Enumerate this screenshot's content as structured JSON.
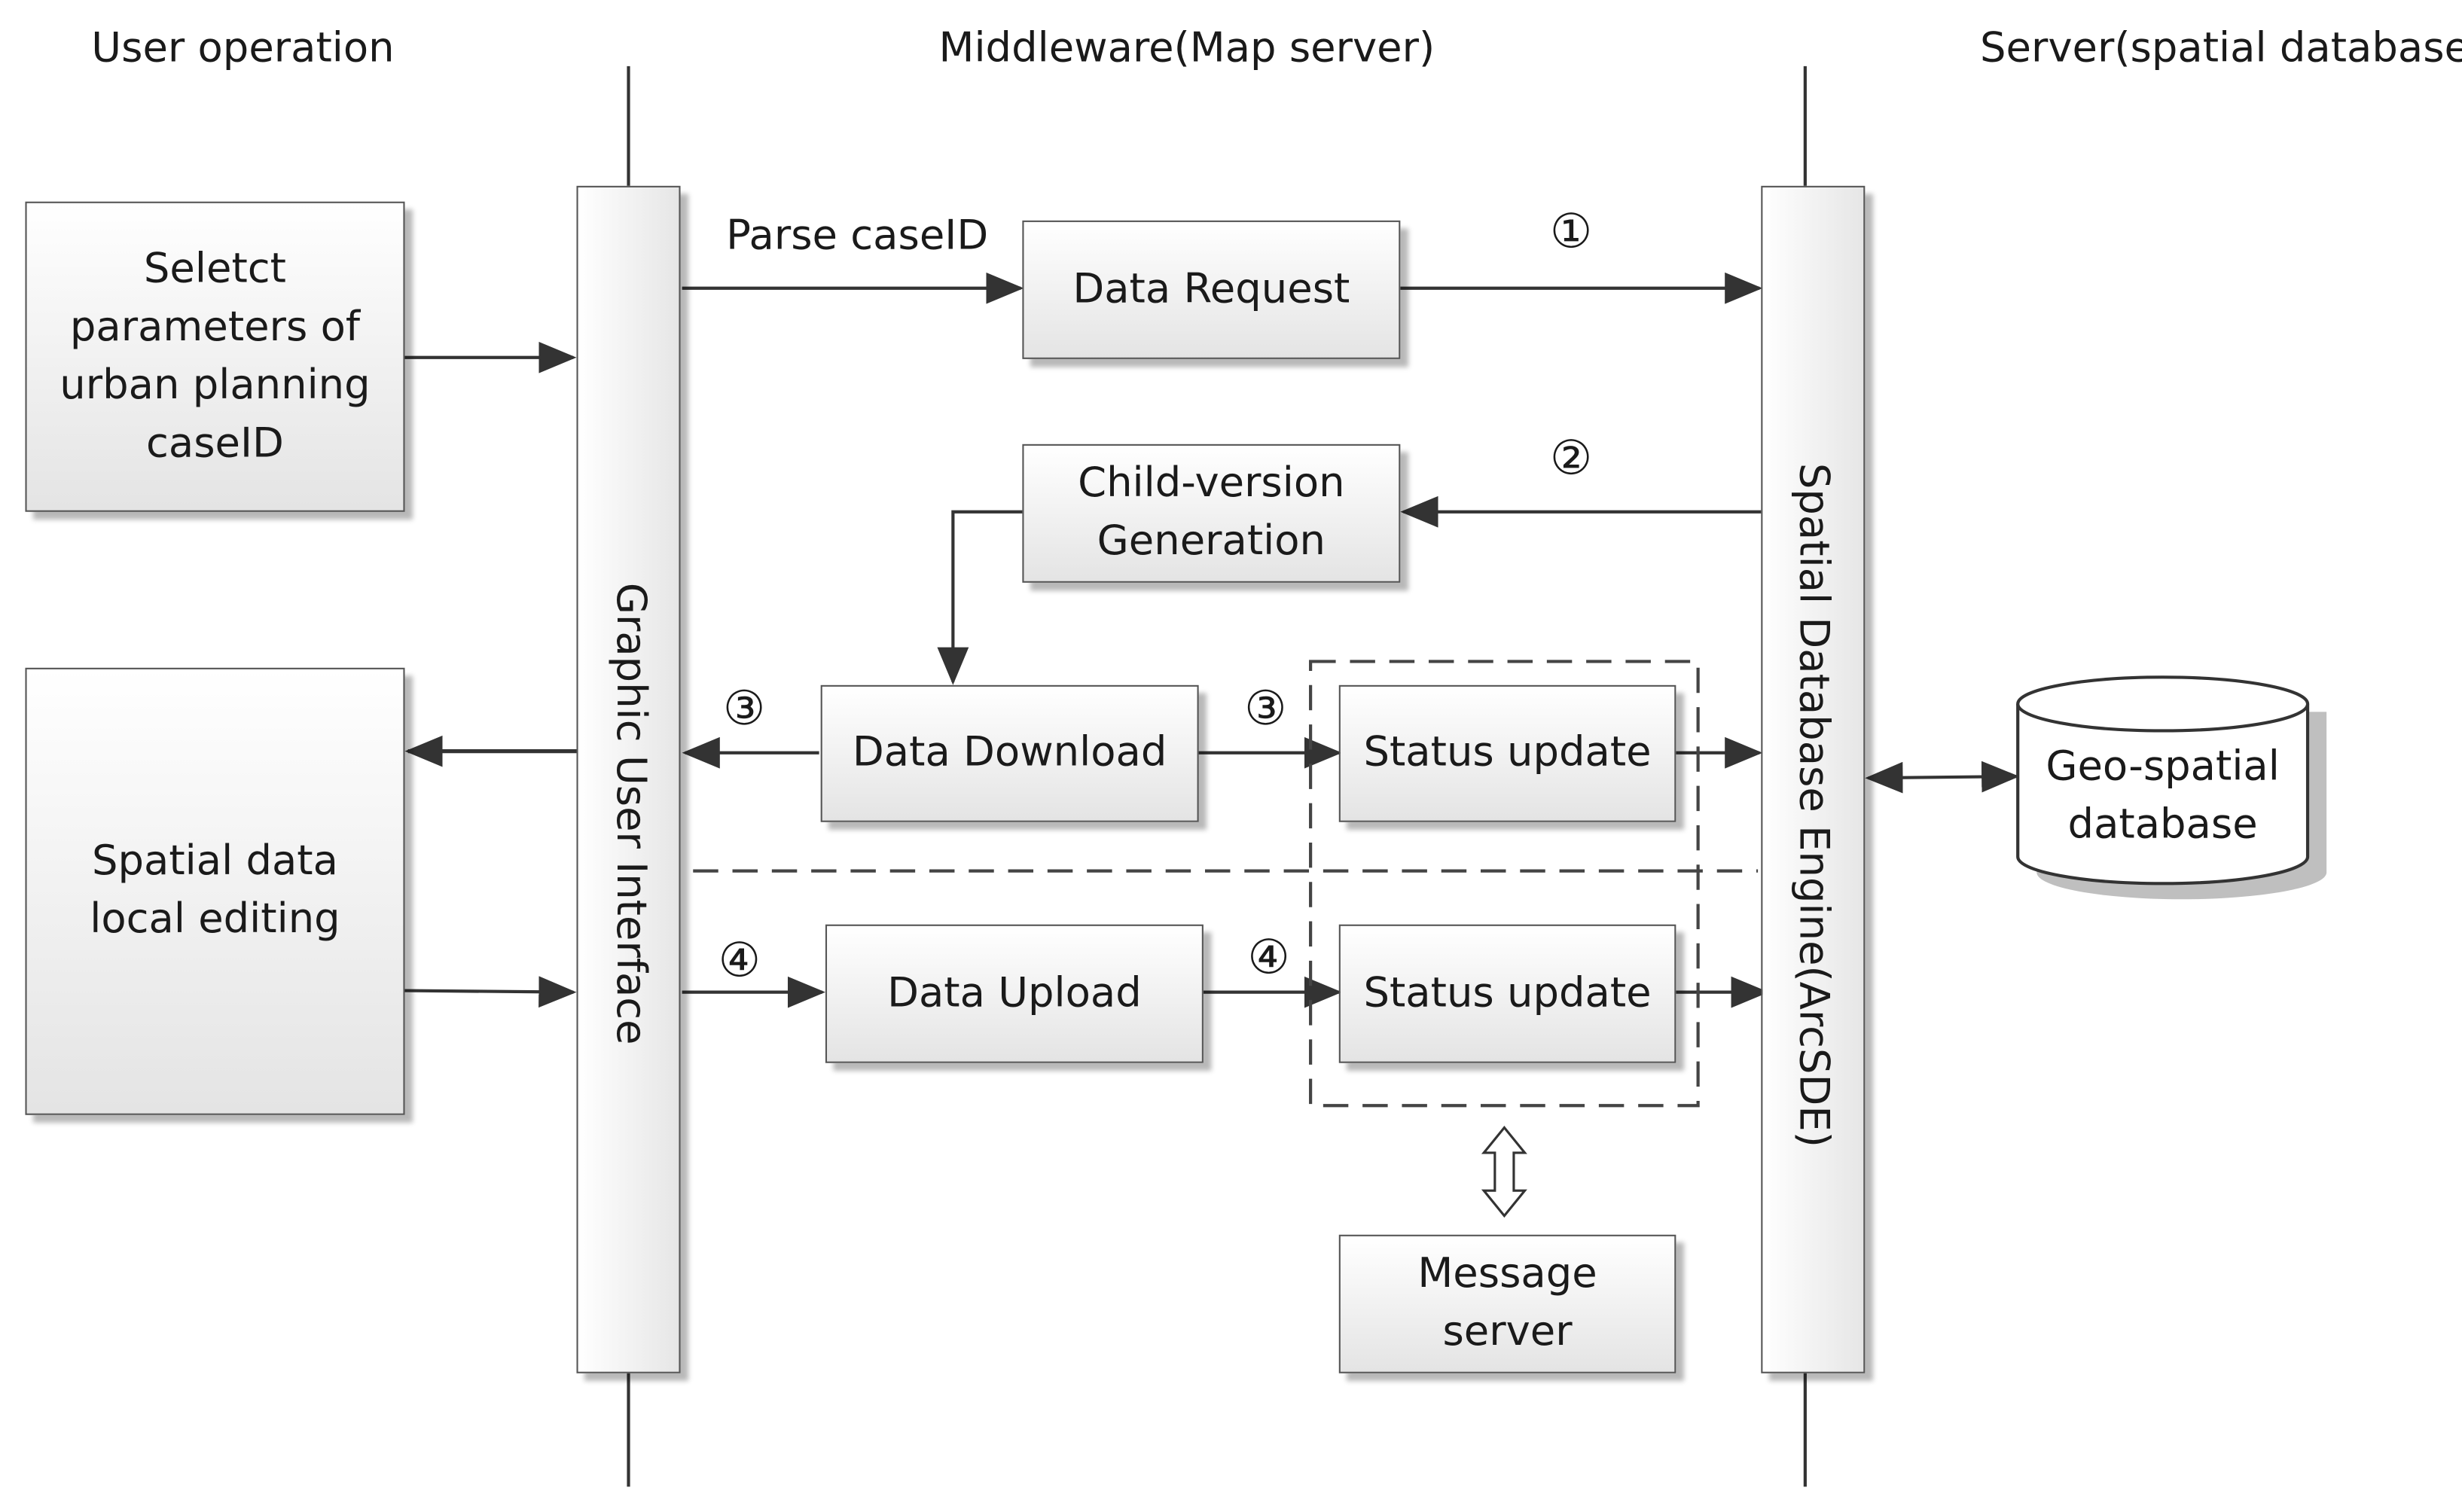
{
  "columns": {
    "user": "User operation",
    "middleware": "Middleware(Map server)",
    "server": "Server(spatial database)"
  },
  "user_boxes": {
    "select_params": [
      "Seletct",
      "parameters of",
      "urban planning",
      "caseID"
    ],
    "local_editing": [
      "Spatial data",
      "local editing"
    ]
  },
  "lifelines": {
    "gui": "Graphic User Interface",
    "sde": "Spatial Database Engine(ArcSDE)"
  },
  "middleware_boxes": {
    "data_request": "Data Request",
    "child_version": [
      "Child-version",
      "Generation"
    ],
    "data_download": "Data Download",
    "status_update_1": "Status update",
    "data_upload": "Data Upload",
    "status_update_2": "Status update",
    "message_server": [
      "Message",
      "server"
    ]
  },
  "database": [
    "Geo-spatial",
    "database"
  ],
  "labels": {
    "parse_caseid": "Parse caseID",
    "step1": "①",
    "step2": "②",
    "step3a": "③",
    "step3b": "③",
    "step4a": "④",
    "step4b": "④"
  }
}
